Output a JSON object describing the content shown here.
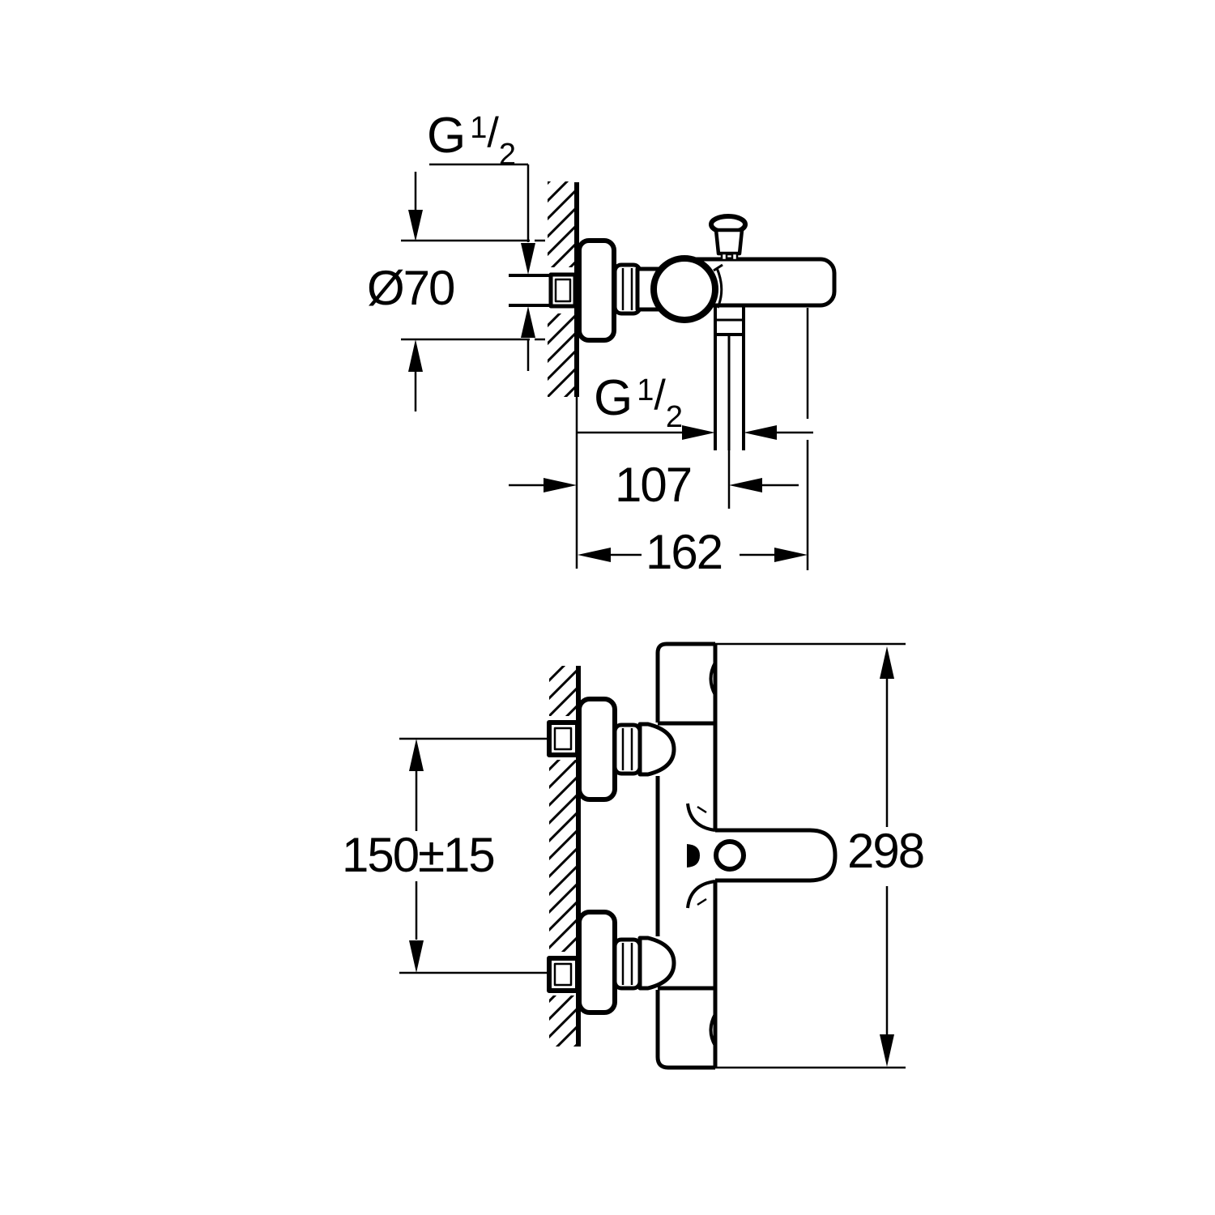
{
  "colors": {
    "ink": "#000000",
    "background": "#ffffff"
  },
  "labels": {
    "thread_wall": {
      "base": "G",
      "num": "1",
      "slash": "/",
      "den": "2"
    },
    "escutcheon_diameter": "Ø70",
    "thread_hose": {
      "base": "G",
      "num": "1",
      "slash": "/",
      "den": "2"
    },
    "wall_to_hose": "107",
    "wall_to_spout_end": "162",
    "inlet_spacing": "150±15",
    "body_height": "298"
  }
}
